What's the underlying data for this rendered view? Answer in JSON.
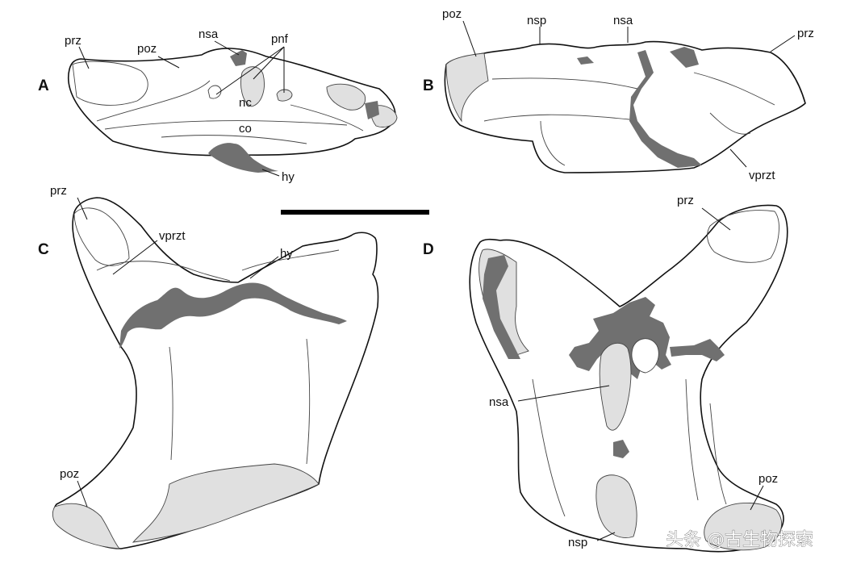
{
  "colors": {
    "matrix": "#707070",
    "light": "#e0e0e0",
    "outline": "#111111",
    "bone": "#ffffff"
  },
  "panels": {
    "a": "A",
    "b": "B",
    "c": "C",
    "d": "D"
  },
  "labels": {
    "a_prz": "prz",
    "a_poz": "poz",
    "a_nsa": "nsa",
    "a_pnf": "pnf",
    "a_nc": "nc",
    "a_co": "co",
    "a_hy": "hy",
    "b_poz": "poz",
    "b_nsp": "nsp",
    "b_nsa": "nsa",
    "b_prz": "prz",
    "b_vprzt": "vprzt",
    "c_prz": "prz",
    "c_vprzt": "vprzt",
    "c_hy": "hy",
    "c_poz": "poz",
    "d_prz": "prz",
    "d_nsa": "nsa",
    "d_poz": "poz",
    "d_nsp": "nsp"
  },
  "watermark": "头条 @古生物探索"
}
